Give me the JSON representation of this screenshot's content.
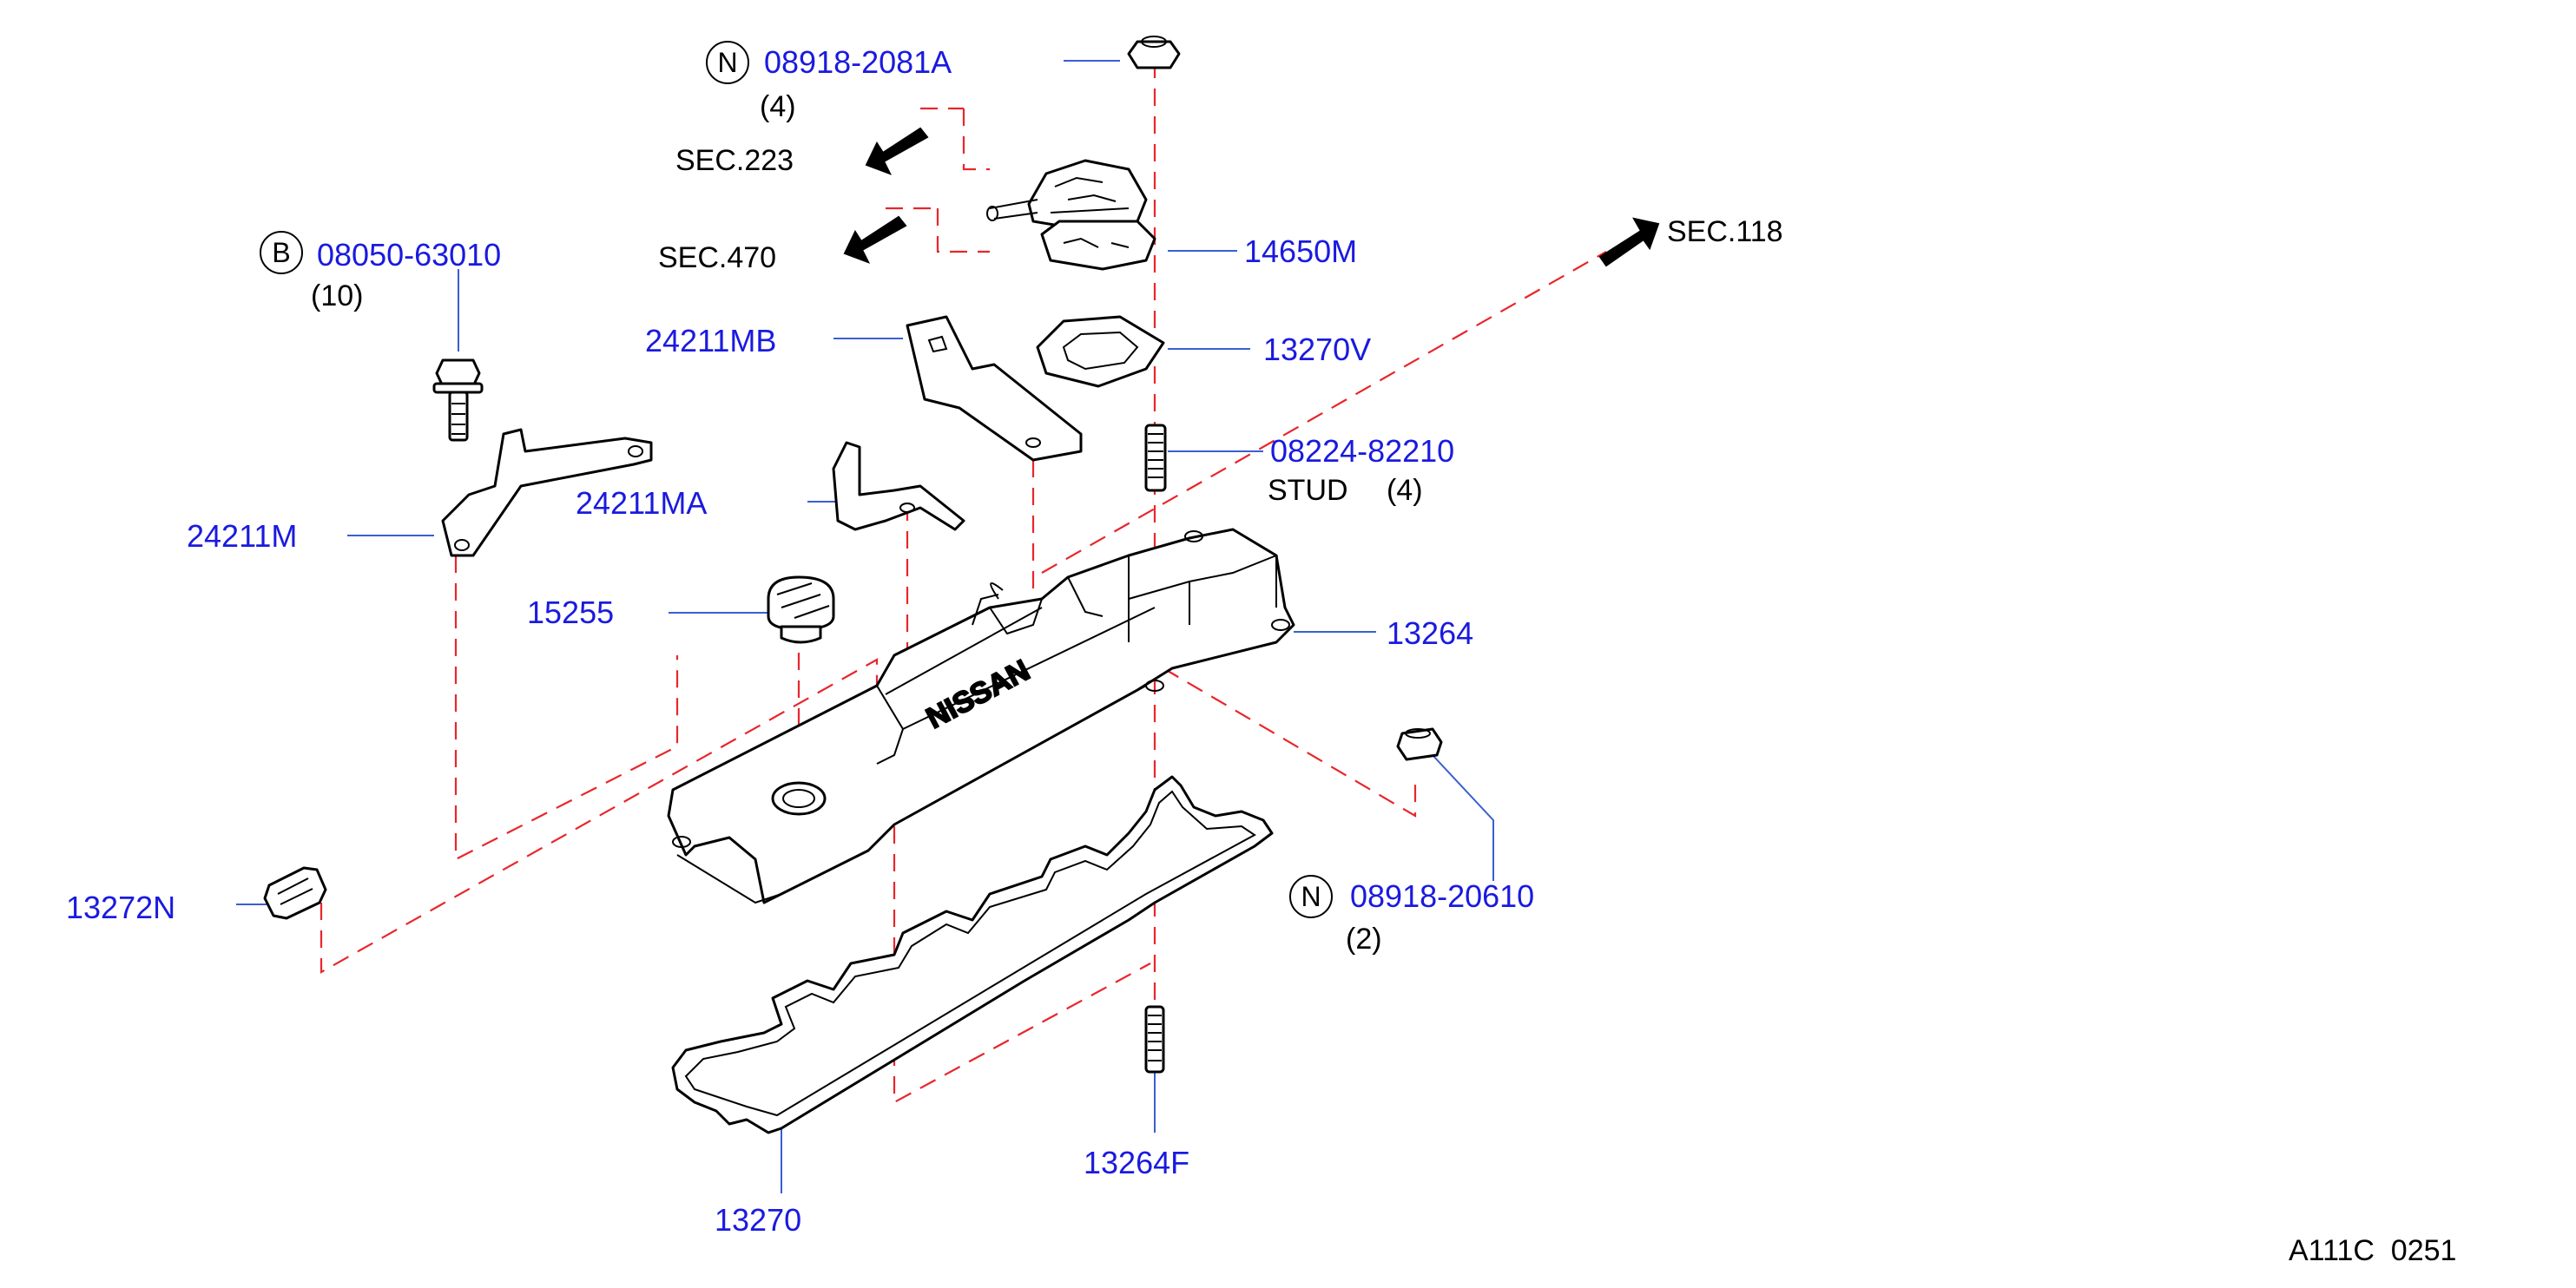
{
  "labels": {
    "p_0891820814": "08918-2081A",
    "q_0891820814": "(4)",
    "sec223": "SEC.223",
    "sec470": "SEC.470",
    "sec118": "SEC.118",
    "p_14650m": "14650M",
    "p_0805063010": "08050-63010",
    "q_0805063010": "(10)",
    "p_24211mb": "24211MB",
    "p_13270v": "13270V",
    "p_0822482210": "08224-82210",
    "stud": "STUD",
    "q_stud": "(4)",
    "p_24211ma": "24211MA",
    "p_24211m": "24211M",
    "p_15255": "15255",
    "p_13264": "13264",
    "p_0891820610": "08918-20610",
    "q_0891820610": "(2)",
    "p_13272n": "13272N",
    "p_13264f": "13264F",
    "p_13270": "13270",
    "diagram_code": "A111C  0251",
    "badge_n1": "N",
    "badge_b": "B",
    "badge_n2": "N",
    "cover_logo": "NISSAN"
  },
  "colors": {
    "part_number": "#1a1adf",
    "plain_text": "#000000",
    "leader_line": "#3a5fd0",
    "center_line": "#e8262b"
  }
}
